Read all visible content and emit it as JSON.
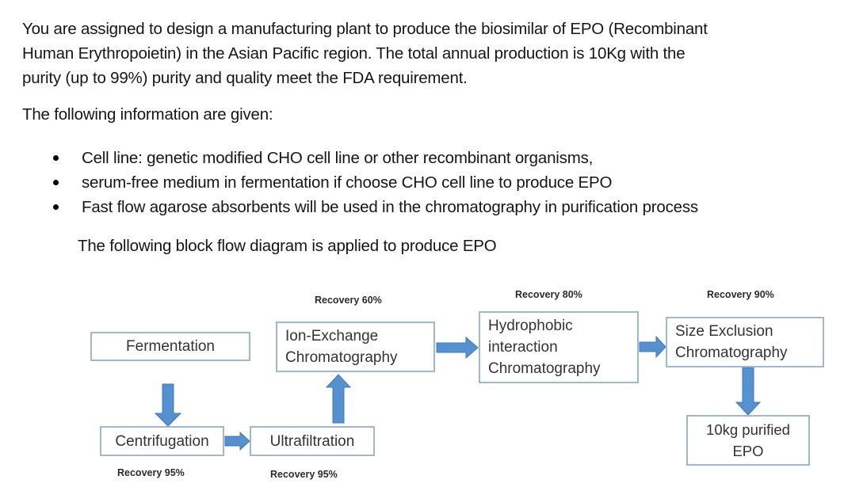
{
  "document": {
    "intro_lines": [
      "You are assigned to design a manufacturing plant to produce the biosimilar of EPO (Recombinant",
      "Human Erythropoietin) in the Asian Pacific region. The total annual production is 10Kg with the",
      "purity (up to 99%) purity and quality meet the FDA requirement."
    ],
    "given_heading": "The following information are given:",
    "bullets": [
      "Cell line: genetic modified CHO cell line or other recombinant organisms,",
      "serum-free medium in fermentation if choose CHO cell line to produce EPO",
      "Fast flow agarose absorbents will be used in the chromatography in purification process"
    ],
    "diagram_caption": "The following block flow diagram is applied to produce EPO"
  },
  "diagram": {
    "boxes": {
      "fermentation": {
        "label": "Fermentation"
      },
      "centrifugation": {
        "label": "Centrifugation",
        "recovery": "Recovery 95%"
      },
      "ultrafiltration": {
        "label": "Ultrafiltration",
        "recovery": "Recovery 95%"
      },
      "ion_exchange": {
        "lines": [
          "Ion-Exchange",
          "Chromatography"
        ],
        "recovery": "Recovery 60%"
      },
      "hydrophobic": {
        "lines": [
          "Hydrophobic",
          "interaction",
          "Chromatography"
        ],
        "recovery": "Recovery 80%"
      },
      "size_exclusion": {
        "lines": [
          "Size Exclusion",
          "Chromatography"
        ],
        "recovery": "Recovery 90%"
      },
      "product": {
        "lines": [
          "10kg purified",
          "EPO"
        ]
      }
    },
    "edges": [
      {
        "from": "Fermentation",
        "to": "Centrifugation"
      },
      {
        "from": "Centrifugation",
        "to": "Ultrafiltration"
      },
      {
        "from": "Ultrafiltration",
        "to": "Ion-Exchange Chromatography"
      },
      {
        "from": "Ion-Exchange Chromatography",
        "to": "Hydrophobic interaction Chromatography"
      },
      {
        "from": "Hydrophobic interaction Chromatography",
        "to": "Size Exclusion Chromatography"
      },
      {
        "from": "Size Exclusion Chromatography",
        "to": "10kg purified EPO"
      }
    ]
  },
  "colors": {
    "arrow_fill": "#5590cf",
    "arrow_stroke": "#4379b4",
    "box_border": "#9db9d2",
    "text": "#161616",
    "box_text": "#333333",
    "label_text": "#2b2b2b",
    "background": "#ffffff"
  }
}
